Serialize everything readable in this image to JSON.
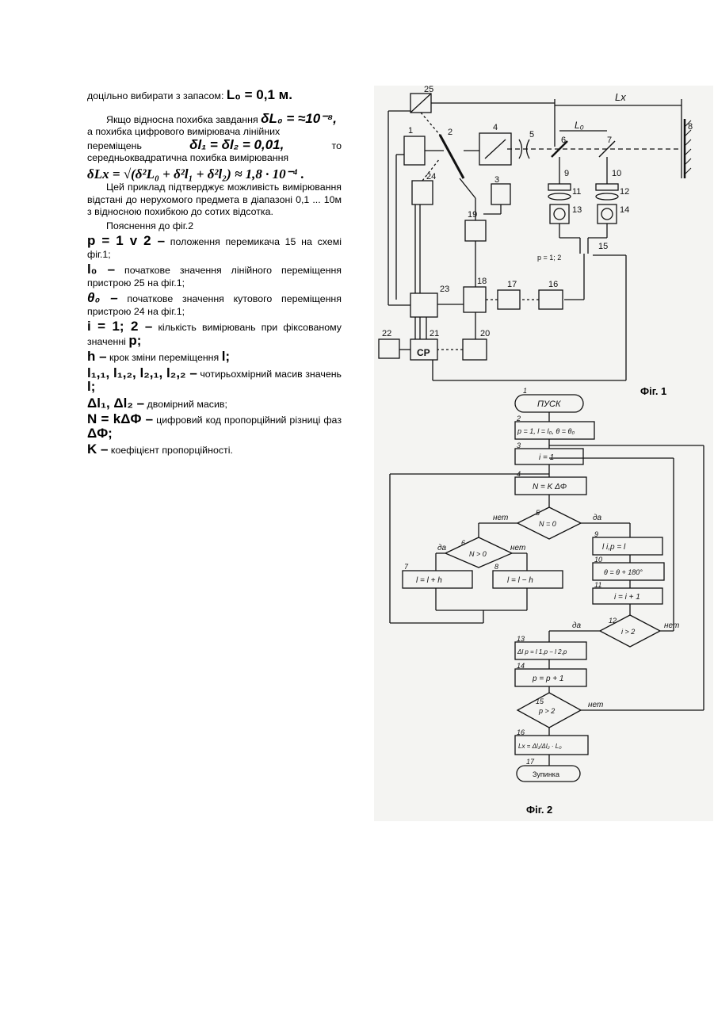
{
  "text": {
    "p1": "доцільно вибирати з запасом:",
    "p1_formula": "L₀ = 0,1 м.",
    "p2_a": "Якщо відносна похибка завдання",
    "p2_formula1": "δL₀ = ≈10⁻⁸,",
    "p2_b": "а похибка цифрового вимірювача лінійних",
    "p2_c": "переміщень",
    "p2_formula2": "δl₁ = δl₂ = 0,01,",
    "p2_d": "то",
    "p2_e": "середньоквадратична похибка вимірювання",
    "formula_main": "δLx = √(δ²L₀ + δ²l₁ + δ²l₂) ≈ 1,8 · 10⁻⁴ .",
    "p3": "Цей приклад підтверджує можливість вимірювання відстані до нерухомого предмета в діапазоні 0,1 ... 10м з відносною похибкою до сотих відсотка.",
    "p4": "Пояснення до фіг.2",
    "d1_sym": "p = 1 v 2 –",
    "d1_text": "положення перемикача 15 на схемі фіг.1;",
    "d2_sym": "l₀ –",
    "d2_text": "початкове значення лінійного переміщення пристрою 25 на фіг.1;",
    "d3_sym": "θ₀ –",
    "d3_text": "початкове значення кутового переміщення пристрою 24 на фіг.1;",
    "d4_sym": "i = 1; 2 –",
    "d4_text": "кількість вимірювань при фіксованому значенні",
    "d4_end": "p;",
    "d5_sym": "h –",
    "d5_text": "крок зміни переміщення",
    "d5_end": "l;",
    "d6_sym": "l₁,₁, l₁,₂, l₂,₁, l₂,₂ –",
    "d6_text": "чотирьохмірний масив значень",
    "d6_end": "l;",
    "d7_sym": "Δl₁, Δl₂ –",
    "d7_text": "двомірний масив;",
    "d8_sym": "N = kΔΦ –",
    "d8_text": "цифровий код пропорційний різниці фаз",
    "d8_end": "ΔΦ;",
    "d9_sym": "K –",
    "d9_text": "коефіцієнт пропорційності."
  },
  "fig1": {
    "caption": "Фіг. 1",
    "Lx": "Lx",
    "L0": "L₀",
    "p_label": "p = 1; 2",
    "labels": [
      "25",
      "2",
      "4",
      "5",
      "6",
      "7",
      "8",
      "1",
      "3",
      "9",
      "10",
      "11",
      "12",
      "13",
      "14",
      "15",
      "24",
      "19",
      "16",
      "17",
      "18",
      "23",
      "22",
      "21",
      "20"
    ],
    "block_cp": "СР"
  },
  "fig2": {
    "caption": "Фіг. 2",
    "steps": [
      {
        "n": "1",
        "text": "ПУСК"
      },
      {
        "n": "2",
        "text": "p = 1, l = l₀, θ = θ₀"
      },
      {
        "n": "3",
        "text": "i = 1"
      },
      {
        "n": "4",
        "text": "N = K ΔΦ"
      },
      {
        "n": "5",
        "text": "N = 0"
      },
      {
        "n": "6",
        "text": "N > 0"
      },
      {
        "n": "7",
        "text": "l = l + h"
      },
      {
        "n": "8",
        "text": "l = l − h"
      },
      {
        "n": "9",
        "text": "l i,p = l"
      },
      {
        "n": "10",
        "text": "θ = θ + 180°"
      },
      {
        "n": "11",
        "text": "i = i + 1"
      },
      {
        "n": "12",
        "text": "i > 2"
      },
      {
        "n": "13",
        "text": "Δl p = l 1,p − l 2,p"
      },
      {
        "n": "14",
        "text": "p = p + 1"
      },
      {
        "n": "15",
        "text": "p > 2"
      },
      {
        "n": "16",
        "text": "Lx = Δl₁/Δl₂ · L₀"
      },
      {
        "n": "17",
        "text": "Зупинка"
      }
    ],
    "yes": "да",
    "no": "нет"
  }
}
